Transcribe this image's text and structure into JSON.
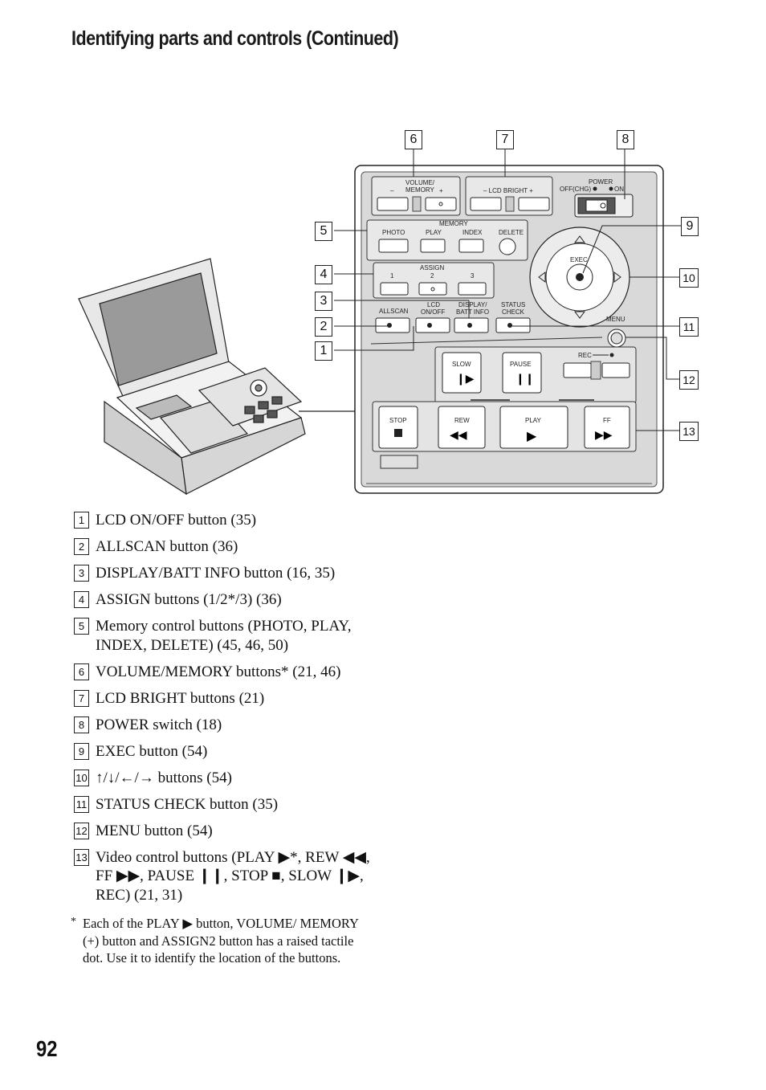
{
  "heading": "Identifying parts and controls (Continued)",
  "page_number": "92",
  "figure": {
    "callouts": {
      "c1": "1",
      "c2": "2",
      "c3": "3",
      "c4": "4",
      "c5": "5",
      "c6": "6",
      "c7": "7",
      "c8": "8",
      "c9": "9",
      "c10": "10",
      "c11": "11",
      "c12": "12",
      "c13": "13"
    },
    "labels": {
      "volume_memory": "VOLUME/",
      "volume_memory2": "MEMORY",
      "minus": "–",
      "plus": "+",
      "lcd_bright": "– LCD BRIGHT +",
      "power": "POWER",
      "off_chg": "OFF(CHG)",
      "on": "ON",
      "memory": "MEMORY",
      "photo": "PHOTO",
      "play_small": "PLAY",
      "index": "INDEX",
      "delete": "DELETE",
      "assign": "ASSIGN",
      "a1": "1",
      "a2": "2",
      "a3": "3",
      "exec": "EXEC",
      "allscan": "ALLSCAN",
      "lcd": "LCD",
      "on_off": "ON/OFF",
      "display": "DISPLAY/",
      "batt_info": "BATT INFO",
      "status": "STATUS",
      "check": "CHECK",
      "menu": "MENU",
      "slow": "SLOW",
      "pause": "PAUSE",
      "rec": "REC",
      "stop": "STOP",
      "rew": "REW",
      "play": "PLAY",
      "ff": "FF"
    }
  },
  "items": [
    {
      "num": "1",
      "text": "LCD ON/OFF button (35)"
    },
    {
      "num": "2",
      "text": "ALLSCAN button (36)"
    },
    {
      "num": "3",
      "text": "DISPLAY/BATT INFO button (16, 35)"
    },
    {
      "num": "4",
      "text": "ASSIGN buttons (1/2*/3) (36)"
    },
    {
      "num": "5",
      "text": "Memory control buttons (PHOTO, PLAY, INDEX, DELETE) (45, 46, 50)"
    },
    {
      "num": "6",
      "text": "VOLUME/MEMORY buttons* (21, 46)"
    },
    {
      "num": "7",
      "text": "LCD BRIGHT buttons (21)"
    },
    {
      "num": "8",
      "text": "POWER switch (18)"
    },
    {
      "num": "9",
      "text": "EXEC button (54)"
    },
    {
      "num": "10",
      "text": "↑/↓/←/→ buttons (54)"
    },
    {
      "num": "11",
      "text": "STATUS CHECK button (35)"
    },
    {
      "num": "12",
      "text": "MENU button (54)"
    },
    {
      "num": "13",
      "text": "Video control buttons (PLAY ▶*, REW ◀◀, FF ▶▶, PAUSE ❙❙, STOP ■, SLOW ❙▶, REC) (21, 31)"
    }
  ],
  "footnote": {
    "star": "*",
    "text": "Each of the PLAY ▶ button, VOLUME/ MEMORY (+) button and ASSIGN2 button has a raised tactile dot. Use it to identify the location of the buttons."
  }
}
